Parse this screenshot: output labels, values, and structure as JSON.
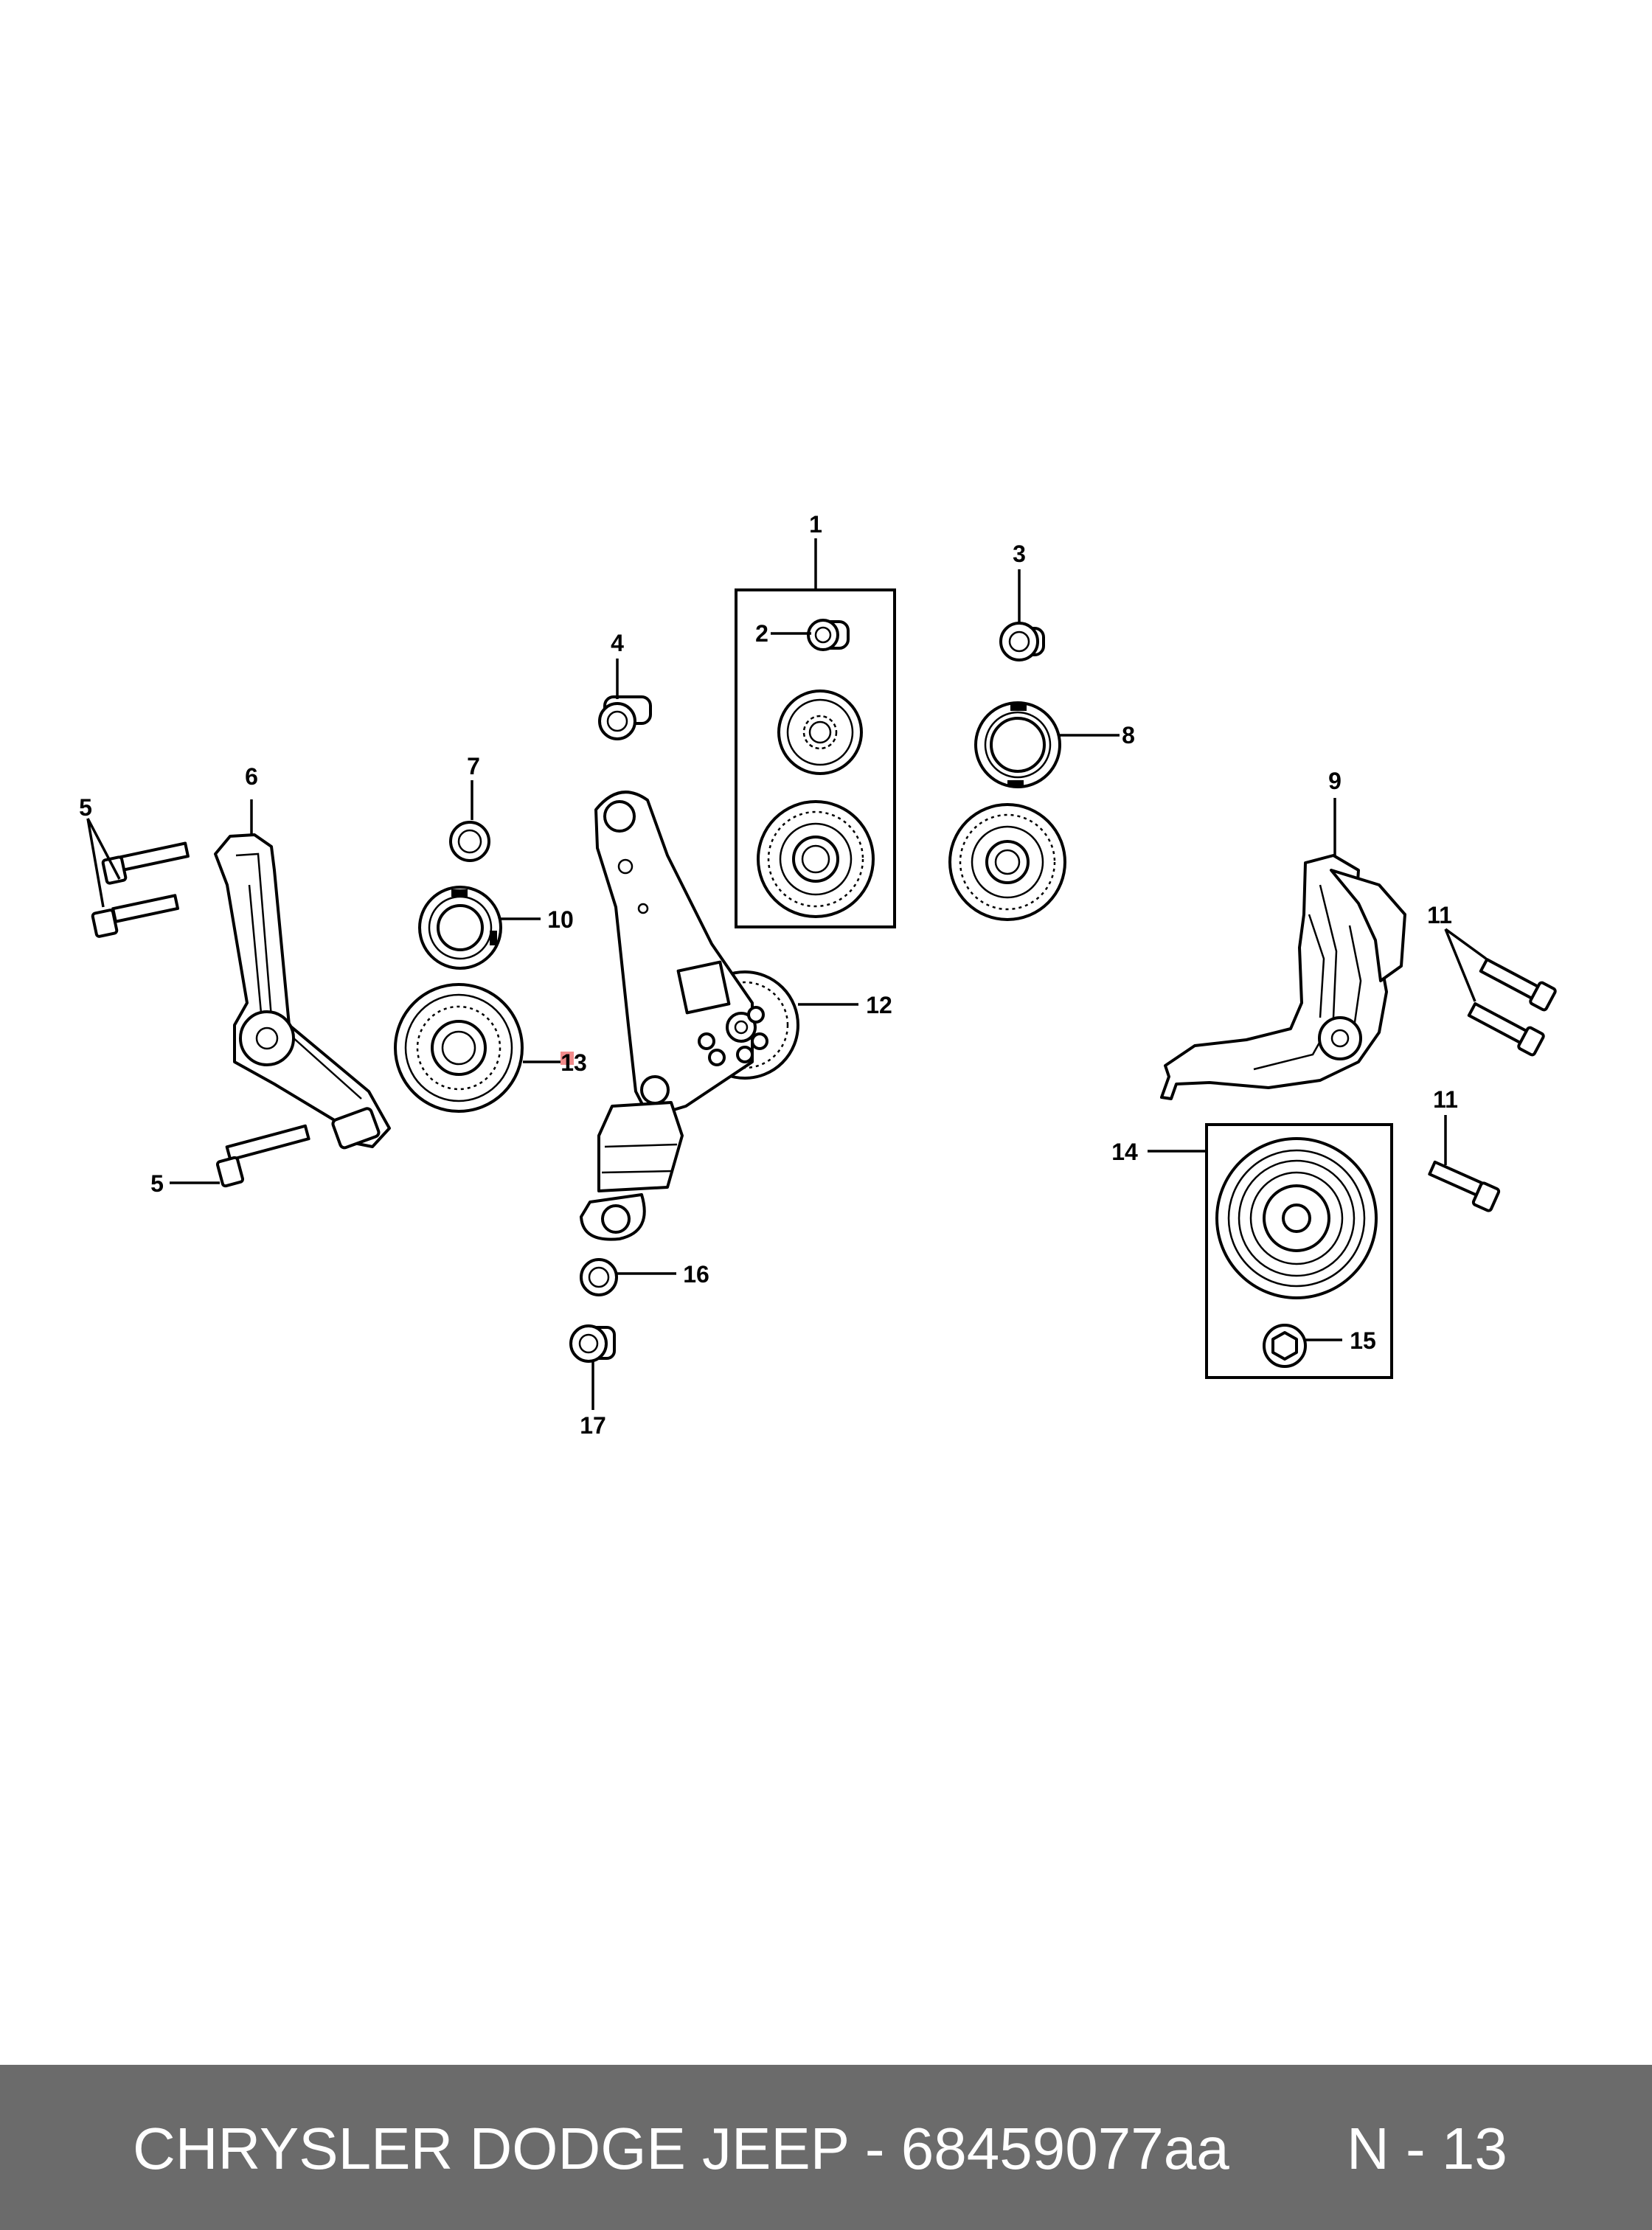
{
  "labels": {
    "l1": "1",
    "l2": "2",
    "l3": "3",
    "l4": "4",
    "l5a": "5",
    "l5b": "5",
    "l6": "6",
    "l7": "7",
    "l8": "8",
    "l9": "9",
    "l10": "10",
    "l11a": "11",
    "l11b": "11",
    "l12": "12",
    "l13": "13",
    "l14": "14",
    "l15": "15",
    "l16": "16",
    "l17": "17"
  },
  "footer": {
    "title": "CHRYSLER DODGE JEEP - 68459077aa",
    "page": "N - 13",
    "background": "#6b6b6b",
    "text_color": "#ffffff"
  }
}
